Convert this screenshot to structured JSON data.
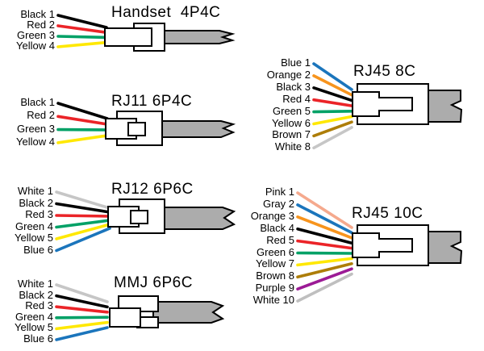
{
  "diagram": {
    "description": "Telephone and network connector wiring color-code diagram",
    "cable_color": "#ACACAC",
    "connector_fill": "#FFFFFF",
    "outline_color": "#000000",
    "text_color": "#000000",
    "sections": [
      {
        "name": "handset-4p4c",
        "title": "Handset  4P4C",
        "wires": [
          {
            "label": "Black 1",
            "color": "#000000"
          },
          {
            "label": "Red 2",
            "color": "#EB2428"
          },
          {
            "label": "Green 3",
            "color": "#00A166"
          },
          {
            "label": "Yellow 4",
            "color": "#FFE800"
          }
        ]
      },
      {
        "name": "rj11-6p4c",
        "title": "RJ11 6P4C",
        "wires": [
          {
            "label": "Black 1",
            "color": "#000000"
          },
          {
            "label": "Red 2",
            "color": "#EB2428"
          },
          {
            "label": "Green 3",
            "color": "#00A166"
          },
          {
            "label": "Yellow 4",
            "color": "#FFE800"
          }
        ]
      },
      {
        "name": "rj12-6p6c",
        "title": "RJ12 6P6C",
        "wires": [
          {
            "label": "White 1",
            "color": "#C6C6C6"
          },
          {
            "label": "Black 2",
            "color": "#000000"
          },
          {
            "label": "Red 3",
            "color": "#EB2428"
          },
          {
            "label": "Green 4",
            "color": "#00A166"
          },
          {
            "label": "Yellow 5",
            "color": "#FFE800"
          },
          {
            "label": "Blue 6",
            "color": "#1B75BC"
          }
        ]
      },
      {
        "name": "mmj-6p6c",
        "title": "MMJ 6P6C",
        "wires": [
          {
            "label": "White 1",
            "color": "#C6C6C6"
          },
          {
            "label": "Black 2",
            "color": "#000000"
          },
          {
            "label": "Red 3",
            "color": "#EB2428"
          },
          {
            "label": "Green 4",
            "color": "#00A166"
          },
          {
            "label": "Yellow 5",
            "color": "#FFE800"
          },
          {
            "label": "Blue 6",
            "color": "#1B75BC"
          }
        ]
      },
      {
        "name": "rj45-8c",
        "title": "RJ45 8C",
        "wires": [
          {
            "label": "Blue 1",
            "color": "#1B75BC"
          },
          {
            "label": "Orange 2",
            "color": "#F7941D"
          },
          {
            "label": "Black 3",
            "color": "#000000"
          },
          {
            "label": "Red 4",
            "color": "#EB2428"
          },
          {
            "label": "Green 5",
            "color": "#00A166"
          },
          {
            "label": "Yellow 6",
            "color": "#FFE800"
          },
          {
            "label": "Brown 7",
            "color": "#AD7D08"
          },
          {
            "label": "White 8",
            "color": "#C6C6C6"
          }
        ]
      },
      {
        "name": "rj45-10c",
        "title": "RJ45 10C",
        "wires": [
          {
            "label": "Pink 1",
            "color": "#F5A98D"
          },
          {
            "label": "Gray 2",
            "color": "#1B75BC"
          },
          {
            "label": "Orange 3",
            "color": "#F7941D"
          },
          {
            "label": "Black 4",
            "color": "#000000"
          },
          {
            "label": "Red 5",
            "color": "#EB2428"
          },
          {
            "label": "Green 6",
            "color": "#00A166"
          },
          {
            "label": "Yellow 7",
            "color": "#FFE800"
          },
          {
            "label": "Brown 8",
            "color": "#AD7D08"
          },
          {
            "label": "Purple 9",
            "color": "#9C1B96"
          },
          {
            "label": "White 10",
            "color": "#BFBFBF"
          }
        ]
      }
    ]
  }
}
